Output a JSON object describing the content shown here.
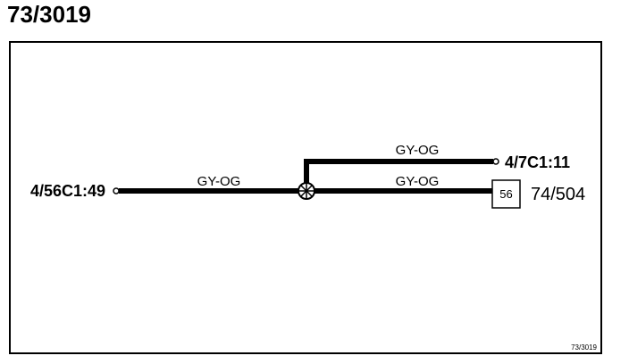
{
  "title": "73/3019",
  "footer_id": "73/3019",
  "colors": {
    "line": "#000000",
    "background": "#ffffff"
  },
  "connectors": {
    "left": "4/56C1:49",
    "upper_right": "4/7C1:11",
    "lower_right": "74/504"
  },
  "component_box": "56",
  "splice_icon": "splice-icon",
  "wires": {
    "left_segment": "GY-OG",
    "upper_branch": "GY-OG",
    "lower_branch": "GY-OG"
  }
}
